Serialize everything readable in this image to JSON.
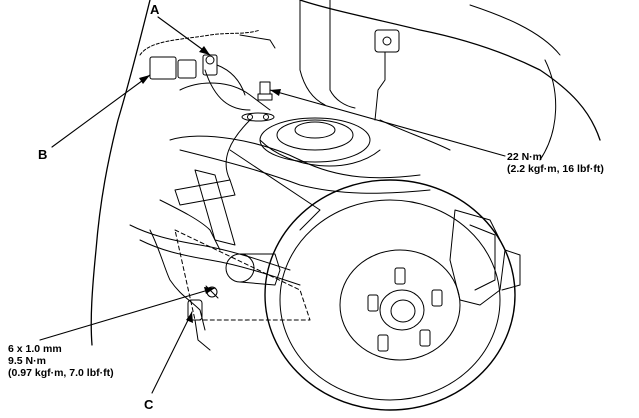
{
  "callouts": {
    "a": "A",
    "b": "B",
    "c": "C"
  },
  "torque_upper": {
    "value": "22 N·m",
    "detail": "(2.2 kgf·m, 16 lbf·ft)"
  },
  "torque_lower": {
    "bolt_size": "6 x 1.0 mm",
    "value": "9.5 N·m",
    "detail": "(0.97 kgf·m, 7.0 lbf·ft)"
  },
  "colors": {
    "line": "#000000",
    "background": "#ffffff"
  }
}
